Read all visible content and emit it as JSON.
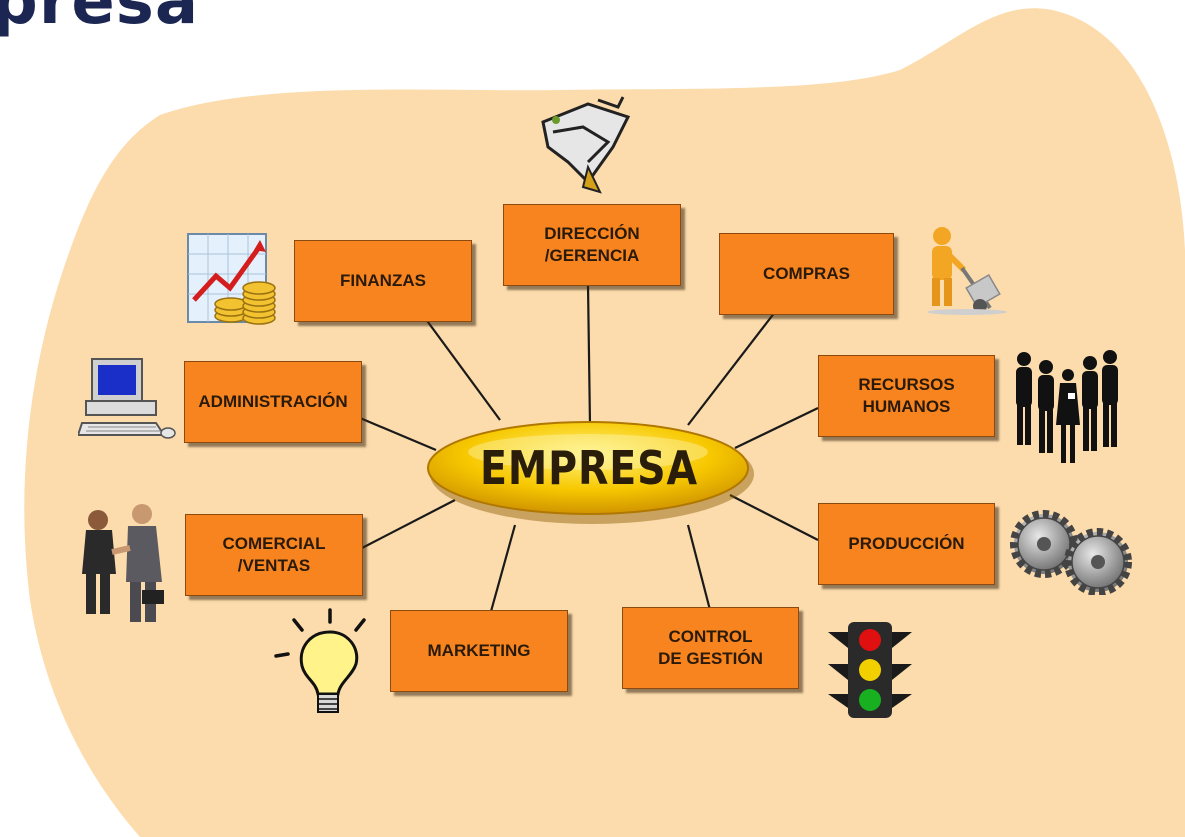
{
  "heading": "presa",
  "center": "EMPRESA",
  "departments": [
    {
      "label": "DIRECCIÓN\n/GERENCIA"
    },
    {
      "label": "FINANZAS"
    },
    {
      "label": "COMPRAS"
    },
    {
      "label": "ADMINISTRACIÓN"
    },
    {
      "label": "RECURSOS\nHUMANOS"
    },
    {
      "label": "COMERCIAL\n/VENTAS"
    },
    {
      "label": "PRODUCCIÓN"
    },
    {
      "label": "MARKETING"
    },
    {
      "label": "CONTROL\nDE GESTIÓN"
    }
  ],
  "colors": {
    "background_blob": "#fcdcac",
    "box": "#f7841f",
    "center_ellipse": "#f5c400",
    "heading": "#1b2752"
  },
  "icons": [
    "airplane-sketch-icon",
    "growth-chart-coins-icon",
    "hand-truck-worker-icon",
    "desktop-computer-icon",
    "business-people-icon",
    "handshake-icon",
    "gears-icon",
    "light-bulb-icon",
    "traffic-light-icon"
  ]
}
